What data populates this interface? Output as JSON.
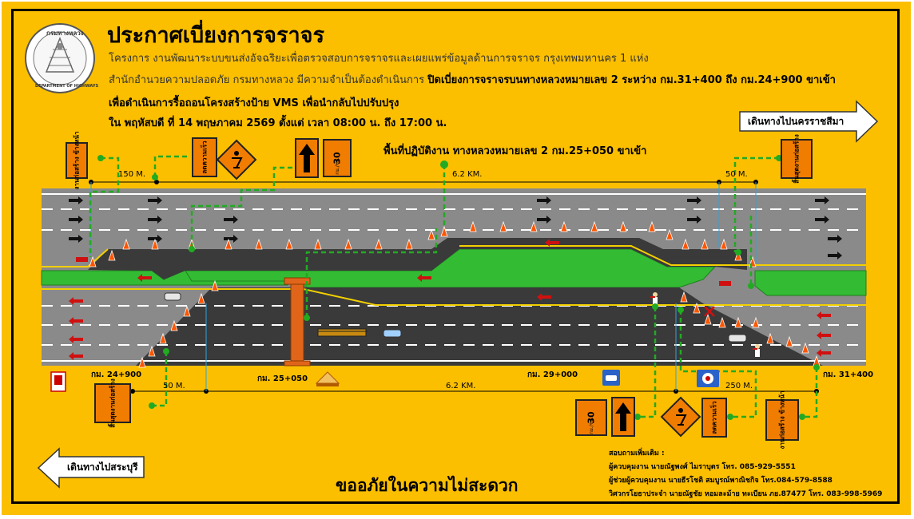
{
  "header": {
    "title": "ประกาศเบี่ยงการจราจร",
    "line1": "โครงการ งานพัฒนาระบบขนส่งอัจฉริยะเพื่อตรวจสอบการจราจรและเผยแพร่ข้อมูลด้านการจราจร กรุงเทพมหานคร 1 แห่ง",
    "line2_normal": "สำนักอำนวยความปลอดภัย กรมทางหลวง มีความจำเป็นต้องดำเนินการ ",
    "line2_bold": "ปิดเบี่ยงการจราจรบนทางหลวงหมายเลข 2 ระหว่าง กม.31+400 ถึง กม.24+900 ขาเข้า",
    "line3": "เพื่อดำเนินการรื้อถอนโครงสร้างป้าย VMS เพื่อนำกลับไปปรับปรุง",
    "line4": "ใน พฤหัสบดี ที่ 14 พฤษภาคม 2569 ตั้งแต่ เวลา 08:00 น. ถึง 17:00 น."
  },
  "logo": {
    "top_text": "กรมทางหลวง",
    "bottom_text": "DEPARTMENT OF HIGHWAYS",
    "icon": "department-of-highways-seal-icon"
  },
  "work_area": "พื้นที่ปฏิบัติงาน ทางหลวงหมายเลข 2 กม.25+050 ขาเข้า",
  "directions": {
    "right": "เดินทางไปนครราชสีมา",
    "left": "เดินทางไปสระบุรี"
  },
  "km_markers": {
    "km1": "กม. 24+900",
    "km2": "กม. 25+050",
    "km3": "กม. 29+000",
    "km4": "กม. 31+400"
  },
  "distances": {
    "top_150": "150 M.",
    "top_62": "6.2 KM.",
    "top_50": "50 M.",
    "bot_50": "50 M.",
    "bot_62": "6.2 KM.",
    "bot_250": "250 M."
  },
  "signs": {
    "speed": "30",
    "speed_unit": "กม./ชม.",
    "work_ahead": "งานก่อสร้าง ข้างหน้า",
    "slow_down": "ลดความเร็ว",
    "end_work": "สิ้นสุดงานก่อสร้าง",
    "man_working_icon": "man-working-sign-icon",
    "arrow_up_icon": "arrow-up-sign-icon"
  },
  "sorry": "ขออภัยในความไม่สะดวก",
  "contact": {
    "heading": "สอบถามเพิ่มเติม :",
    "lines": [
      "ผู้ควบคุมงาน นายณัฐพงศ์ ไมราบุตร       โทร. 085-929-5551",
      "ผู้ช่วยผู้ควบคุมงาน นายธีรโชติ สมบูรณ์พาณิชกิจ โทร.084-579-8588",
      "วิศวกรโยธาประจำ นายณัฐชัย หอมละม้าย ทะเบียน ภย.87477  โทร. 083-998-5969"
    ]
  },
  "colors": {
    "background": "#fbbf00",
    "road": "#808080",
    "work_zone": "#3a3a3a",
    "median": "#33bb33",
    "sign": "#f07d00",
    "dashed_line": "#22aa22",
    "structure": "#e0651a"
  }
}
